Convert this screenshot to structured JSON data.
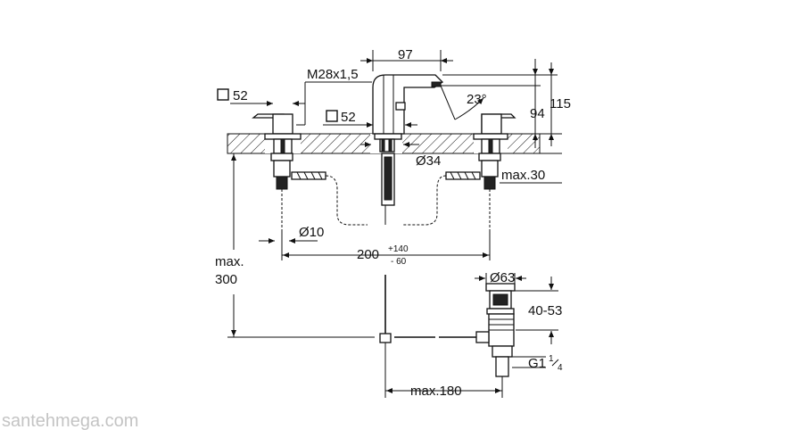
{
  "labels": {
    "dim_97": "97",
    "thread": "M28x1,5",
    "sq52_left": "52",
    "sq52_mid": "52",
    "angle": "23°",
    "dim_94": "94",
    "dim_115": "115",
    "dia34": "Ø34",
    "max30": "max.30",
    "dia10": "Ø10",
    "dim_200": "200",
    "tol_plus": "+140",
    "tol_minus": "- 60",
    "max": "max.",
    "dim_300": "300",
    "dia63": "Ø63",
    "range": "40-53",
    "thread_g": "G1",
    "thread_g_num": "1",
    "thread_g_den": "4",
    "max180": "max.180",
    "watermark": "santehmega.com"
  }
}
